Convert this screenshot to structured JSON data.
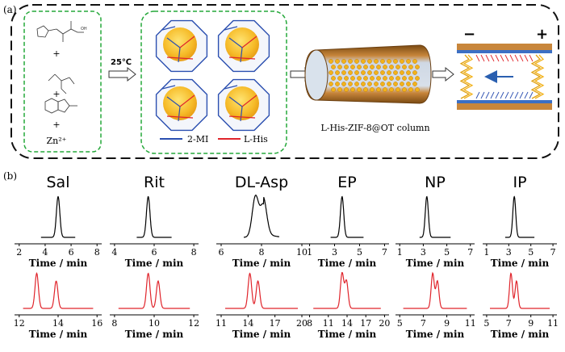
{
  "panel_a": {
    "label": "(a)",
    "temperature": "25℃",
    "plus_sign": "+",
    "zinc": "Zn²⁺",
    "legend": [
      {
        "label": "2-MI",
        "color": "#2b4fb0"
      },
      {
        "label": "L-His",
        "color": "#e0242b"
      }
    ],
    "column_label": "L-His-ZIF-8@OT column",
    "minus": "−",
    "plus": "+"
  },
  "panel_b": {
    "label": "(b)",
    "analytes": [
      {
        "name": "Sal",
        "top_ticks": [
          "2",
          "4",
          "6",
          "8"
        ],
        "top_peaks": [
          5.0
        ],
        "bottom_ticks": [
          "12",
          "14",
          "16"
        ],
        "bottom_peaks": [
          12.9,
          13.9
        ]
      },
      {
        "name": "Rit",
        "top_ticks": [
          "4",
          "6",
          "8"
        ],
        "top_peaks": [
          5.7
        ],
        "bottom_ticks": [
          "8",
          "10",
          "12"
        ],
        "bottom_peaks": [
          9.7,
          10.2
        ]
      },
      {
        "name": "DL-Asp",
        "top_ticks": [
          "6",
          "8",
          "10"
        ],
        "top_peaks": [
          7.7,
          8.1
        ],
        "bottom_ticks": [
          "11",
          "14",
          "17",
          "20"
        ],
        "bottom_peaks": [
          14.2,
          15.1
        ]
      },
      {
        "name": "EP",
        "top_ticks": [
          "1",
          "3",
          "5",
          "7"
        ],
        "top_peaks": [
          3.6
        ],
        "bottom_ticks": [
          "8",
          "11",
          "14",
          "17",
          "20"
        ],
        "bottom_peaks": [
          13.2,
          13.9
        ]
      },
      {
        "name": "NP",
        "top_ticks": [
          "1",
          "3",
          "5",
          "7"
        ],
        "top_peaks": [
          3.3
        ],
        "bottom_ticks": [
          "5",
          "7",
          "9",
          "11"
        ],
        "bottom_peaks": [
          7.8,
          8.2
        ]
      },
      {
        "name": "IP",
        "top_ticks": [
          "1",
          "3",
          "5",
          "7"
        ],
        "top_peaks": [
          3.5
        ],
        "bottom_ticks": [
          "5",
          "7",
          "9",
          "11"
        ],
        "bottom_peaks": [
          7.2,
          7.7
        ]
      }
    ],
    "axis_label": "Time / min",
    "top_color": "#000000",
    "bottom_color": "#e0242b"
  }
}
